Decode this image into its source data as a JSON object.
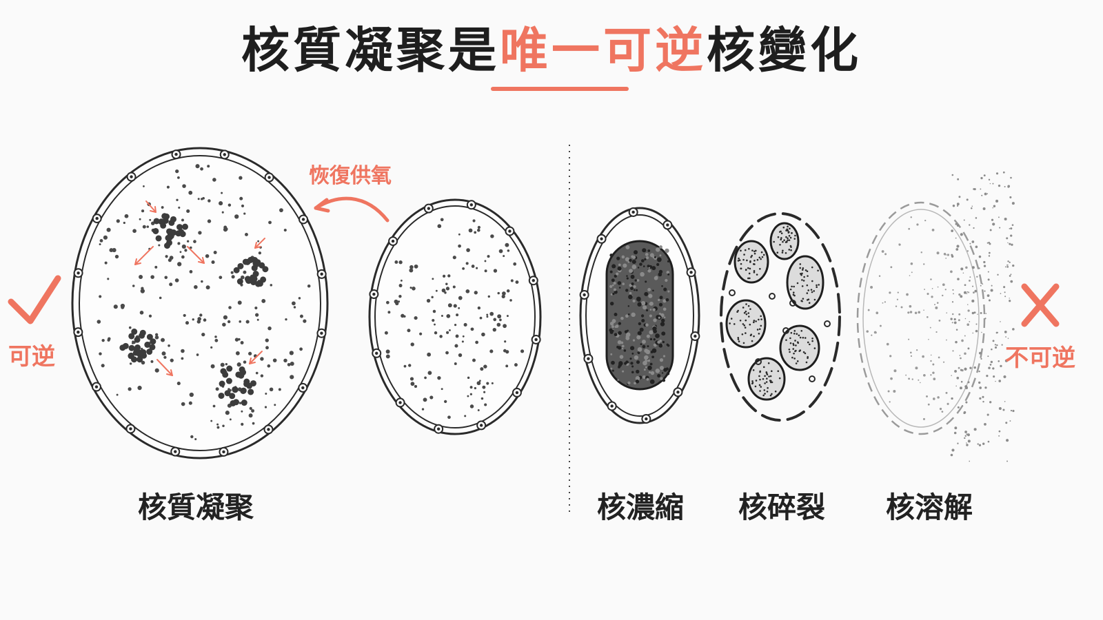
{
  "title": {
    "part1": "核質凝聚是",
    "highlight": "唯一可逆",
    "part2": "核變化"
  },
  "arrow_label": "恢復供氧",
  "reversible": {
    "label": "可逆",
    "check_icon": "check-icon"
  },
  "irreversible": {
    "label": "不可逆",
    "cross_icon": "cross-icon"
  },
  "stages": [
    {
      "label": "核質凝聚"
    },
    {
      "label": "核濃縮"
    },
    {
      "label": "核碎裂"
    },
    {
      "label": "核溶解"
    }
  ],
  "colors": {
    "accent": "#ef7560",
    "ink": "#222222",
    "background": "#fafafa"
  }
}
